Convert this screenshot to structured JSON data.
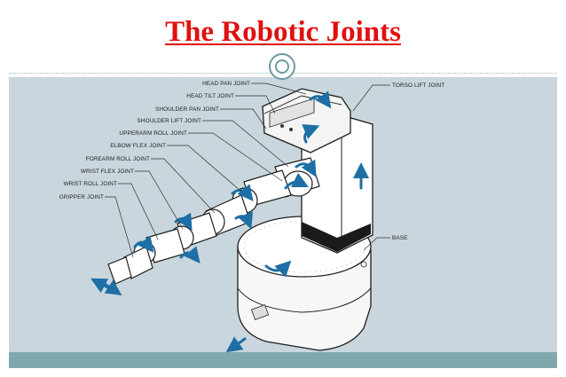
{
  "slide": {
    "title": "The Robotic Joints"
  },
  "diagram": {
    "labels": {
      "head_pan": "HEAD PAN JOINT",
      "head_tilt": "HEAD TILT JOINT",
      "shoulder_pan": "SHOULDER PAN JOINT",
      "shoulder_lift": "SHOULDER LIFT JOINT",
      "upperarm_roll": "UPPERARM ROLL JOINT",
      "elbow_flex": "ELBOW FLEX JOINT",
      "forearm_roll": "FOREARM ROLL JOINT",
      "wrist_flex": "WRIST FLEX JOINT",
      "wrist_roll": "WRIST ROLL JOINT",
      "gripper": "GRIPPER JOINT",
      "torso_lift": "TORSO LIFT JOINT",
      "base": "BASE"
    },
    "colors": {
      "background": "#c9d6dd",
      "robot_body": "#ffffff",
      "outline": "#1f1f1f",
      "motion_arrow": "#1d6fa5",
      "title": "#e01010",
      "footer": "#7fa8ad"
    }
  }
}
